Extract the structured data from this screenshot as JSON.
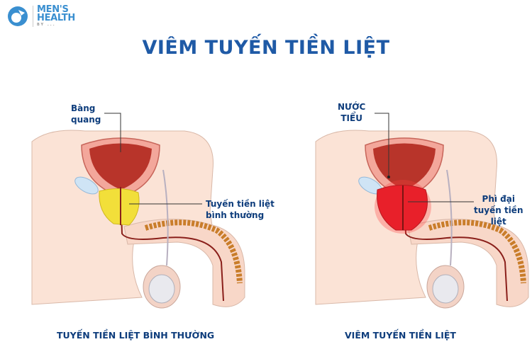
{
  "logo": {
    "line1": "MEN'S",
    "line2": "HEALTH",
    "tagline": "BY ..."
  },
  "title": "VIÊM TUYẾN TIỀN LIỆT",
  "left_panel": {
    "bladder_label_1": "Bàng",
    "bladder_label_2": "quang",
    "prostate_label_1": "Tuyến tiền liệt",
    "prostate_label_2": "bình thường",
    "caption": "TUYẾN TIỀN LIỆT BÌNH THƯỜNG",
    "prostate_color": "#f2df3a"
  },
  "right_panel": {
    "urine_label_1": "NƯỚC",
    "urine_label_2": "TIỂU",
    "prostate_label_1": "Phì đại",
    "prostate_label_2": "tuyến tiền",
    "prostate_label_3": "liệt",
    "caption": "VIÊM TUYẾN TIỀN LIỆT",
    "prostate_color": "#e8202a"
  },
  "colors": {
    "title": "#1f5aa6",
    "label": "#0e3d7c",
    "skin": "#fbe3d6",
    "bladder": "#b8342a"
  }
}
